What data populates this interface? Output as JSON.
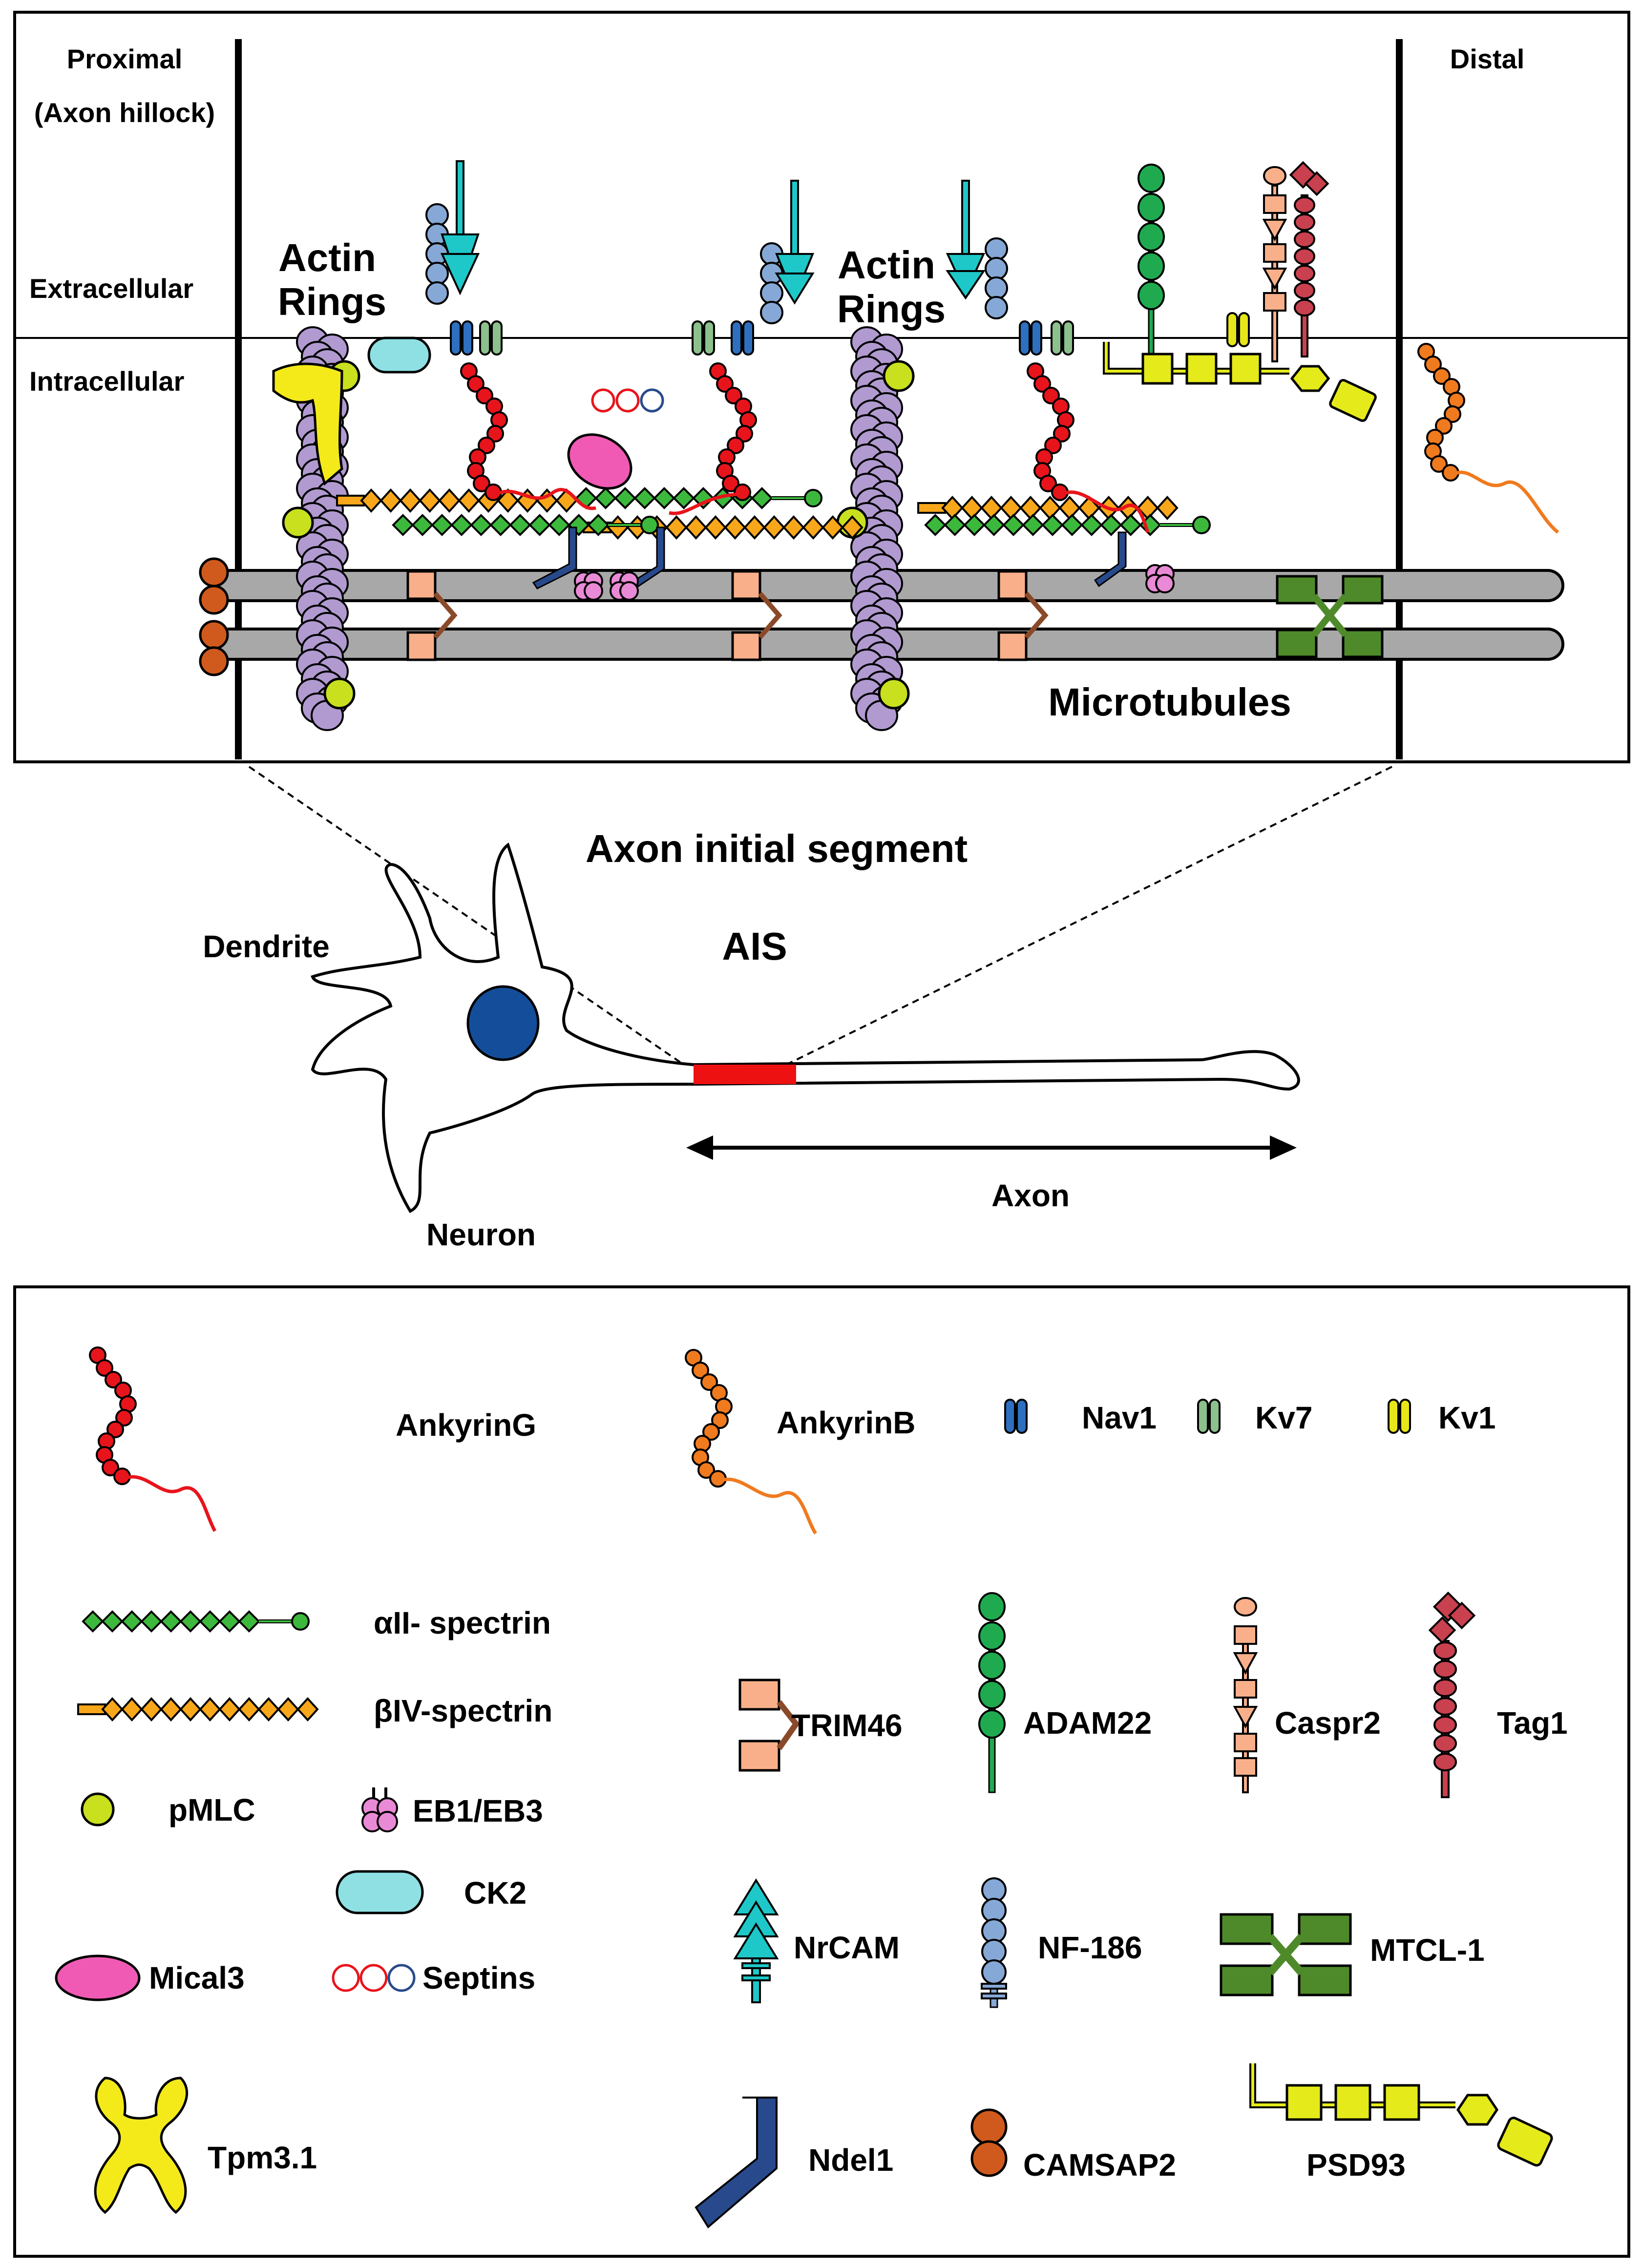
{
  "top_panel": {
    "proximal": "Proximal",
    "axon_hillock": "(Axon hillock)",
    "distal": "Distal",
    "extracellular": "Extracellular",
    "intracellular": "Intracellular",
    "actin_rings_left_1": "Actin",
    "actin_rings_left_2": "Rings",
    "actin_rings_mid_1": "Actin",
    "actin_rings_mid_2": "Rings",
    "microtubules": "Microtubules"
  },
  "middle": {
    "title": "Axon initial segment",
    "ais": "AIS",
    "dendrite": "Dendrite",
    "neuron": "Neuron",
    "axon": "Axon"
  },
  "legend": {
    "ankyrin_g": "AnkyrinG",
    "ankyrin_b": "AnkyrinB",
    "nav1": "Nav1",
    "kv7": "Kv7",
    "kv1": "Kv1",
    "alpha_spectrin": "αII- spectrin",
    "beta_spectrin": "βIV-spectrin",
    "trim46": "TRIM46",
    "adam22": "ADAM22",
    "caspr2": "Caspr2",
    "tag1": "Tag1",
    "pmlc": "pMLC",
    "eb1_eb3": "EB1/EB3",
    "ck2": "CK2",
    "mical3": "Mical3",
    "septins": "Septins",
    "nrcam": "NrCAM",
    "nf186": "NF-186",
    "mtcl1": "MTCL-1",
    "tpm31": "Tpm3.1",
    "ndel1": "Ndel1",
    "camsap2": "CAMSAP2",
    "psd93": "PSD93"
  },
  "colors": {
    "ankyrin_g": "#e8141b",
    "ankyrin_b": "#f07a1e",
    "nav1": "#2e6fc0",
    "kv7": "#8cc08c",
    "kv1": "#e6e61a",
    "alpha_spectrin": "#3cb93c",
    "beta_spectrin": "#f8a71a",
    "trim46": "#f9b08a",
    "adam22": "#1faa50",
    "caspr2": "#f9b08a",
    "tag1": "#c9404f",
    "pmlc": "#c8e01e",
    "eb": "#e98ad6",
    "ck2": "#8ee0e3",
    "mical3": "#f05ab4",
    "nrcam": "#1ec8c8",
    "nf186": "#86a8d6",
    "mtcl1": "#4e8a2a",
    "tpm31": "#f4ea1a",
    "ndel1": "#284a8c",
    "camsap2": "#d05a1e",
    "psd93": "#e5ea1a",
    "actin": "#b09ad0",
    "microtubule": "#a8a8a8",
    "ais": "#ee1111",
    "nucleus": "#144e9a"
  }
}
